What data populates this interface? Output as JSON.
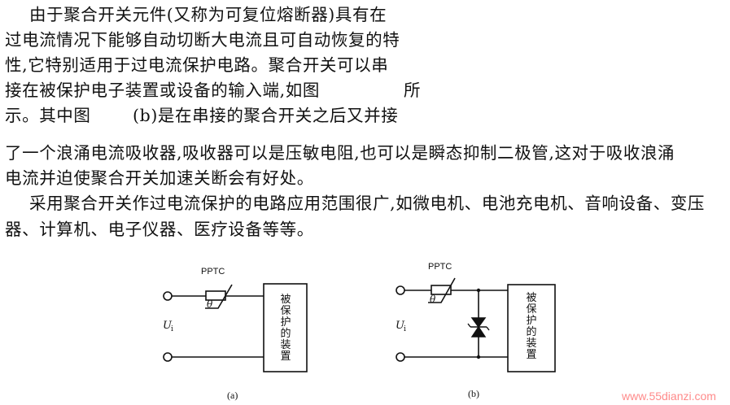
{
  "text": {
    "line1": "由于聚合开关元件(又称为可复位熔断器)具有在",
    "line2": "过电流情况下能够自动切断大电流且可自动恢复的特",
    "line3": "性,它特别适用于过电流保护电路。聚合开关可以串",
    "line4a": "接在被保护电子装置或设备的输入端,如图",
    "line4b": "所",
    "line5a": "示。其中图",
    "line5b": "(b)是在串接的聚合开关之后又并接",
    "line6": "了一个浪涌电流吸收器,吸收器可以是压敏电阻,也可以是瞬态抑制二极管,这对于吸收浪涌",
    "line7": "电流并迫使聚合开关加速关断会有好处。",
    "line8": "采用聚合开关作过电流保护的电路应用范围很广,如微电机、电池充电机、音响设备、变压",
    "line9": "器、计算机、电子仪器、医疗设备等等。"
  },
  "diagram_a": {
    "component_label": "PPTC",
    "theta": "θ",
    "input_label": "U",
    "input_subscript": "i",
    "box_chars": [
      "被",
      "保",
      "护",
      "的",
      "装",
      "置"
    ],
    "caption": "(a)"
  },
  "diagram_b": {
    "component_label": "PPTC",
    "theta": "θ",
    "input_label": "U",
    "input_subscript": "i",
    "box_chars": [
      "被",
      "保",
      "护",
      "的",
      "装",
      "置"
    ],
    "caption": "(b)"
  },
  "watermark": "www.55dianzi.com"
}
